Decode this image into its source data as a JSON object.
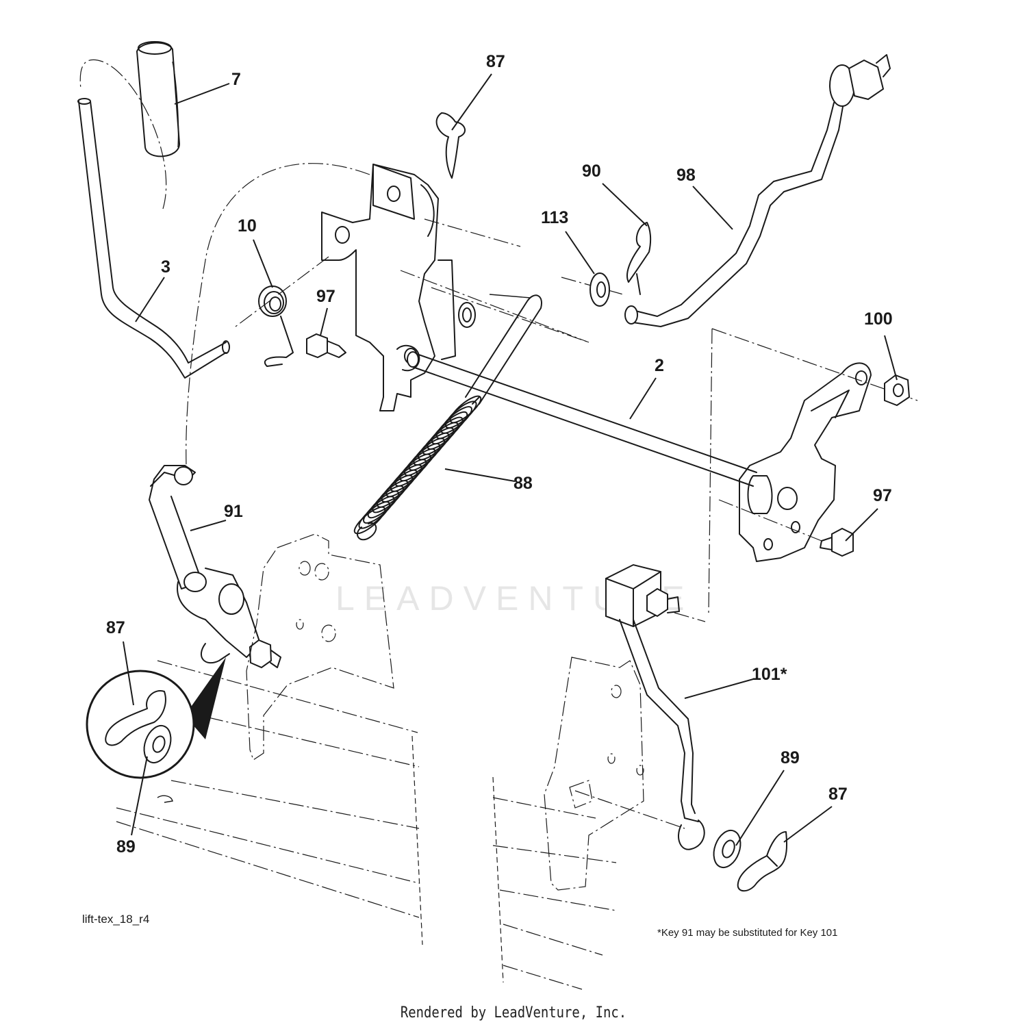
{
  "callouts": {
    "c7": "7",
    "c87_top": "87",
    "c90": "90",
    "c98": "98",
    "c113": "113",
    "c10": "10",
    "c3": "3",
    "c97_left": "97",
    "c100": "100",
    "c2": "2",
    "c88": "88",
    "c97_right": "97",
    "c91": "91",
    "c87_left": "87",
    "c89_left": "89",
    "c101": "101*",
    "c89_right": "89",
    "c87_right": "87"
  },
  "figure_code": "lift-tex_18_r4",
  "footnote": "*Key 91 may be substituted for Key 101",
  "credit": "Rendered by LeadVenture, Inc.",
  "watermark": "LEADVENTURE"
}
